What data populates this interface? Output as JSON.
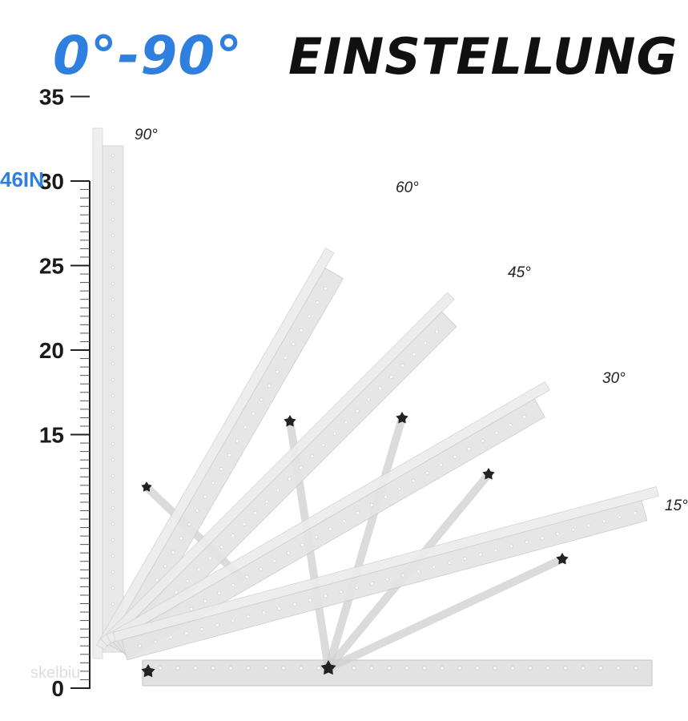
{
  "title": {
    "degree_range": "0°-90°",
    "word": "EINSTELLUNG",
    "degree_color": "#2f7fe0",
    "word_color": "#111111"
  },
  "ruler": {
    "max_label": "46IN",
    "max_color": "#2f7fe0",
    "label_color": "#1a1a1a",
    "ticks": [
      {
        "label": "35",
        "value": 35
      },
      {
        "label": "30",
        "value": 30
      },
      {
        "label": "25",
        "value": 25
      },
      {
        "label": "20",
        "value": 20
      },
      {
        "label": "15",
        "value": 15
      },
      {
        "label": "0",
        "value": 0
      }
    ]
  },
  "angles": [
    {
      "label": "90°",
      "deg": 90
    },
    {
      "label": "60°",
      "deg": 60
    },
    {
      "label": "45°",
      "deg": 45
    },
    {
      "label": "30°",
      "deg": 30
    },
    {
      "label": "15°",
      "deg": 15
    }
  ],
  "watermark": "skelbiu",
  "colors": {
    "rail": "#e4e4e4",
    "rail_edge": "#c8c8c8",
    "strut": "#cfcfcf",
    "knob": "#222222",
    "hole": "#ffffff"
  }
}
